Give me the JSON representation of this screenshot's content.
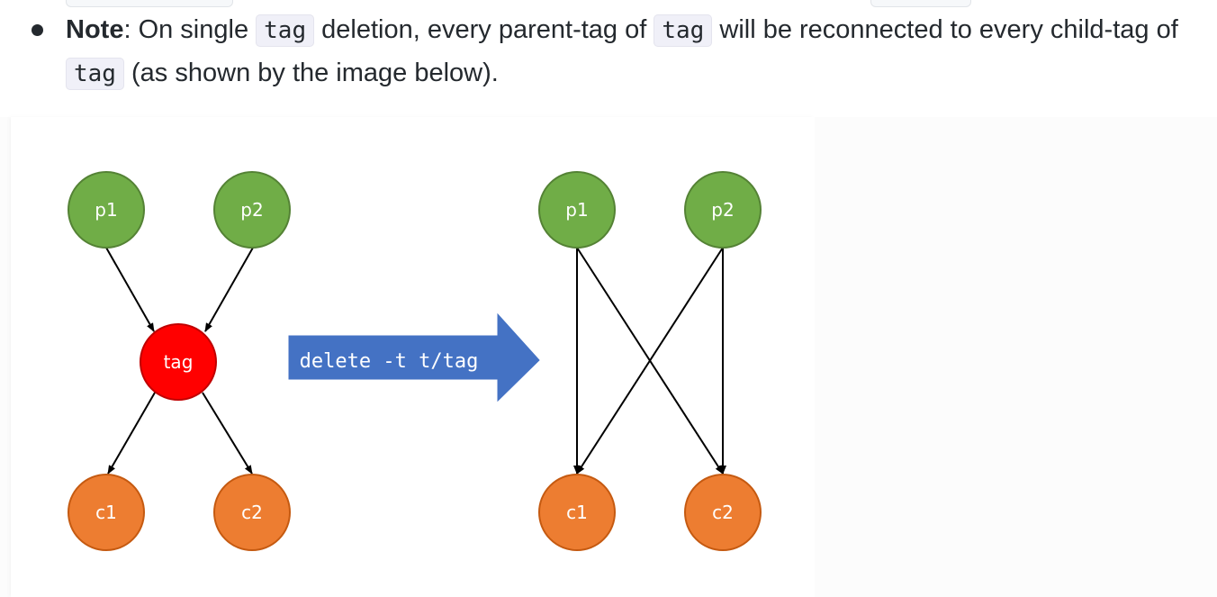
{
  "note": {
    "label": "Note",
    "colon": ": On single ",
    "code1": "tag",
    "text2": " deletion, every parent-tag of ",
    "code2": "tag",
    "text3": " will be reconnected to every child-tag of ",
    "code3": "tag",
    "text4": " (as shown by the image below)."
  },
  "diagram": {
    "before": {
      "parent1": "p1",
      "parent2": "p2",
      "tag": "tag",
      "child1": "c1",
      "child2": "c2"
    },
    "arrow_label": "delete -t t/tag",
    "after": {
      "parent1": "p1",
      "parent2": "p2",
      "child1": "c1",
      "child2": "c2"
    },
    "colors": {
      "parent_fill": "#70ad47",
      "parent_stroke": "#548235",
      "child_fill": "#ed7d31",
      "child_stroke": "#c55a11",
      "tag_fill": "#ff0000",
      "tag_stroke": "#c00000",
      "arrow_fill": "#4472c4"
    }
  }
}
